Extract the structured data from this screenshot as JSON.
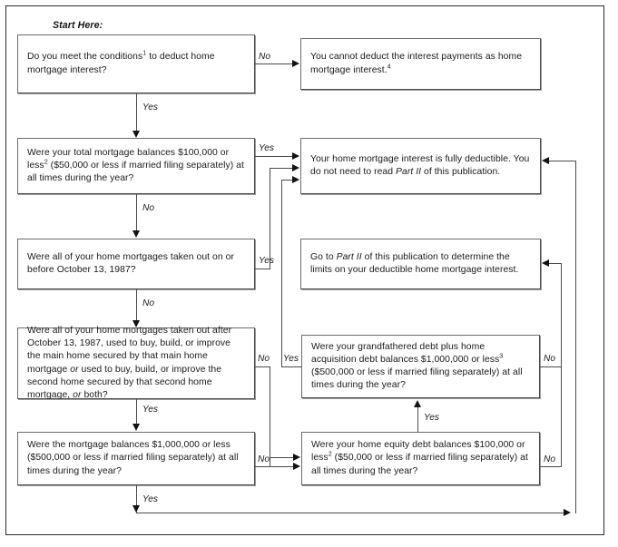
{
  "figure": {
    "start_label": "Start Here:"
  },
  "nodes": {
    "q1": {
      "id": "q1",
      "text_html": "Do you meet the conditions<sup>1</sup> to deduct home mortgage interest?"
    },
    "end_not_deductible": {
      "id": "end_not_deductible",
      "text_html": "You cannot deduct the interest payments as home mortgage interest.<sup>4</sup>"
    },
    "q2": {
      "id": "q2",
      "text_html": "Were your total mortgage balances $100,000 or less<sup>2</sup> ($50,000 or less if married filing separately) at all times during the year?"
    },
    "end_fully_deductible": {
      "id": "end_fully_deductible",
      "text_html": "Your home mortgage interest is fully deductible. You do not need to read <i>Part II</i> of this publication."
    },
    "q3": {
      "id": "q3",
      "text_html": "Were all of your home mortgages taken out on or before October 13, 1987?"
    },
    "end_go_part_ii": {
      "id": "end_go_part_ii",
      "text_html": "Go to <i>Part II</i> of this publication to determine the limits on your deductible home mortgage interest."
    },
    "q4": {
      "id": "q4",
      "text_html": "Were all of your home mortgages taken out after October 13, 1987, used to buy, build, or improve the main home secured by that main home mortgage <i>or</i> used to buy, build, or improve the second home secured by that second home mortgage, <i>or</i> both?"
    },
    "q5": {
      "id": "q5",
      "text_html": "Were your grandfathered debt plus home acquisition debt balances $1,000,000 or less<sup>3</sup> ($500,000 or less if married filing separately) at all times during the year?"
    },
    "q6": {
      "id": "q6",
      "text_html": "Were the mortgage balances $1,000,000 or less ($500,000 or less if married filing separately) at all times during the year?"
    },
    "q7": {
      "id": "q7",
      "text_html": "Were your home equity debt balances $100,000 or less<sup>2</sup> ($50,000 or less if married filing separately) at all times during the year?"
    }
  },
  "edge_labels": {
    "q1_no": "No",
    "q1_yes": "Yes",
    "q2_yes": "Yes",
    "q2_no": "No",
    "q3_yes": "Yes",
    "q3_no": "No",
    "q4_yes_up": "Yes",
    "q4_no": "No",
    "q4_down_yes": "Yes",
    "q5_no": "No",
    "q6_no": "No",
    "q6_yes": "Yes",
    "q7_yes_up": "Yes",
    "q7_no": "No"
  },
  "colors": {
    "page_background": "#ffffff",
    "frame_border": "#2b2b2b",
    "node_border": "#4a4a4a",
    "connector": "#4a4a4a",
    "arrowhead": "#111111",
    "text": "#1a1a1a"
  }
}
